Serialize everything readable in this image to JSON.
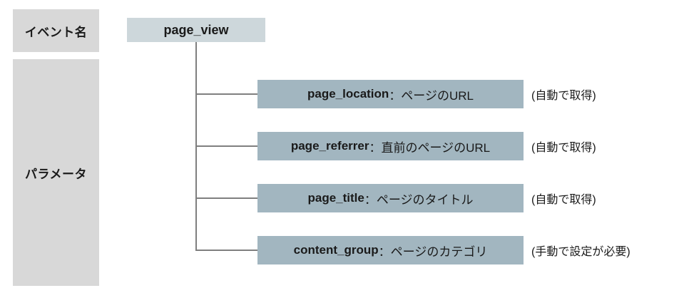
{
  "diagram": {
    "title_semantic": "GA4 page_view event parameters tree",
    "row_labels": {
      "event_name": "イベント名",
      "parameters": "パラメータ"
    },
    "event": {
      "name": "page_view"
    },
    "parameters": [
      {
        "name": "page_location",
        "desc": "：ページのURL",
        "note": "(自動で取得)"
      },
      {
        "name": "page_referrer",
        "desc": "：直前のページのURL",
        "note": "(自動で取得)"
      },
      {
        "name": "page_title",
        "desc": "：ページのタイトル",
        "note": "(自動で取得)"
      },
      {
        "name": "content_group",
        "desc": "：ページのカテゴリ",
        "note": "(手動で設定が必要)"
      }
    ],
    "colors": {
      "label_bg": "#d8d8d8",
      "event_bg": "#cdd7db",
      "param_bg": "#a2b6c0",
      "line": "#7f7f7f"
    }
  }
}
